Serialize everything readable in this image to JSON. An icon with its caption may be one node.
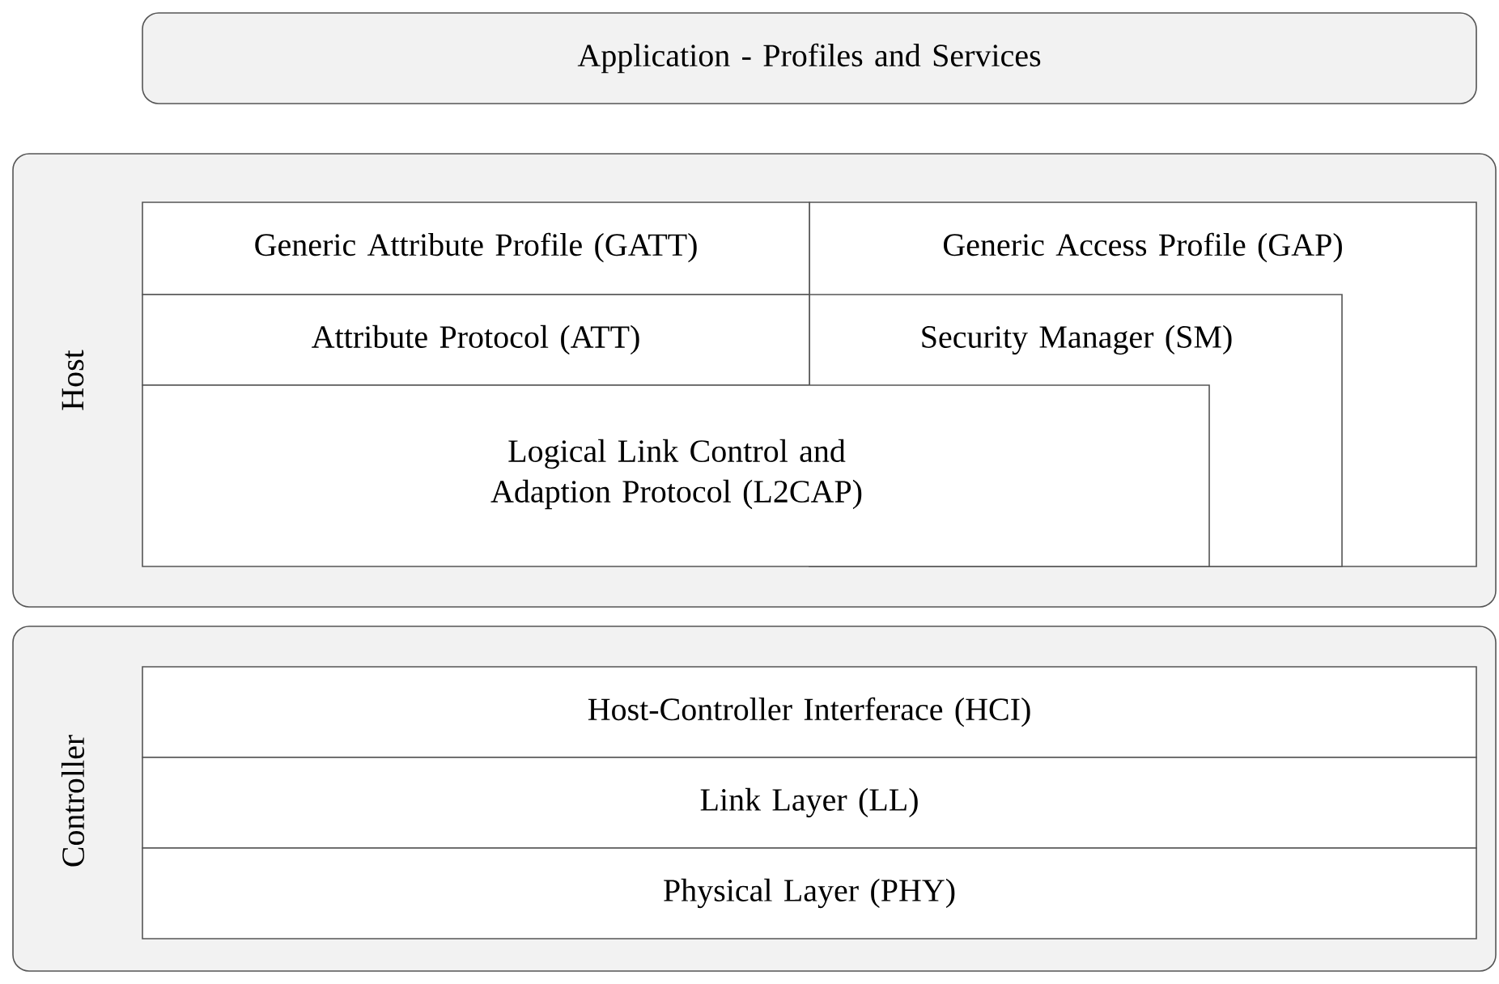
{
  "diagram": {
    "nodes": [
      {
        "text": [
          "Application - Profiles and Services"
        ]
      },
      {
        "text": [
          "Host"
        ]
      },
      {
        "text": [
          "Generic Attribute Profile (GATT)"
        ],
        "in": 1
      },
      {
        "text": [
          "Generic Access Profile (GAP)"
        ],
        "in": 1
      },
      {
        "text": [
          "Attribute Protocol (ATT)"
        ],
        "in": 1
      },
      {
        "text": [
          "Security Manager (SM)"
        ],
        "in": 3
      },
      {
        "text": [
          "Logical Link Control and Adaption Protocol (L2CAP)"
        ],
        "in": 1
      },
      {
        "text": [
          "Controller"
        ]
      },
      {
        "text": [
          "Host-Controller Interferace (HCI)"
        ],
        "in": 7
      },
      {
        "text": [
          "Link Layer (LL)"
        ],
        "in": 7
      },
      {
        "text": [
          "Physical Layer (PHY)"
        ],
        "in": 7
      }
    ]
  }
}
